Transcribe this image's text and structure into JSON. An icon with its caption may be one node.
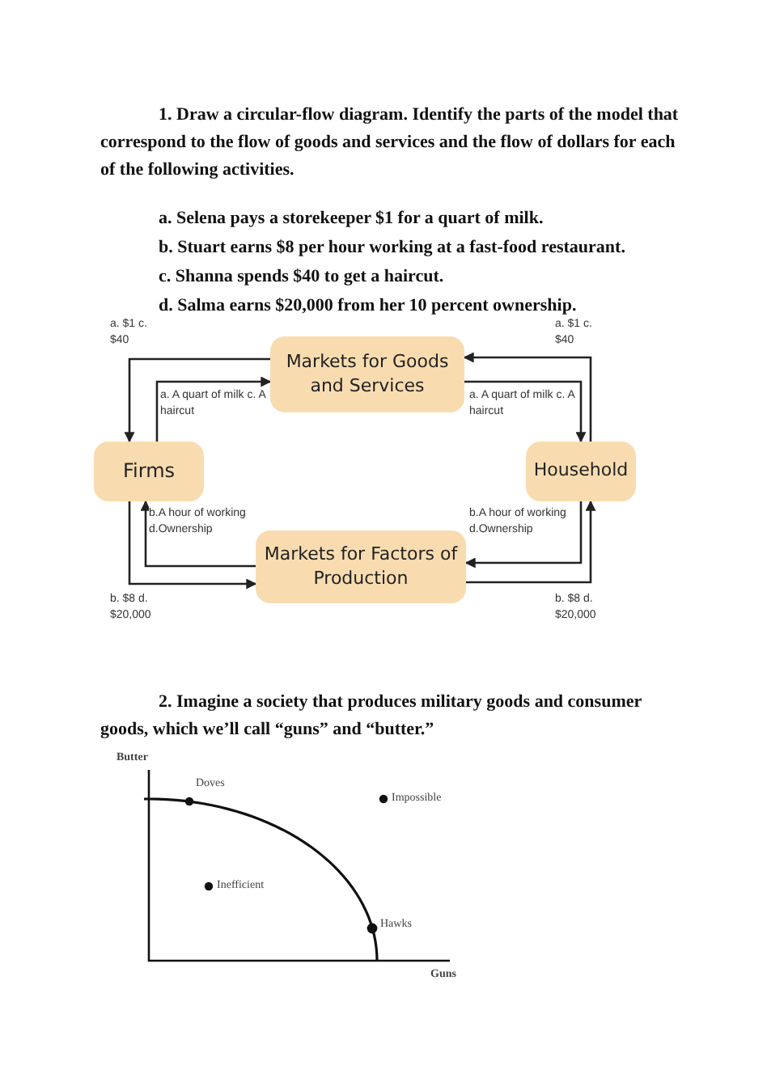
{
  "diagram": {
    "nodes": [
      {
        "text": [
          "Markets for Goods and Services"
        ]
      },
      {
        "text": [
          "Firms"
        ]
      },
      {
        "text": [
          "Household"
        ]
      },
      {
        "text": [
          "Markets for Factors of Production"
        ]
      }
    ],
    "edges": [
      {
        "from": 0,
        "to": 1,
        "arrow": "to",
        "label": "a. $1 c. $40"
      },
      {
        "from": 1,
        "to": 0,
        "arrow": "to",
        "label": "a. A quart of milk c. A haircut"
      },
      {
        "from": 0,
        "to": 2,
        "arrow": "to",
        "label": "a. A quart of milk c. A haircut"
      },
      {
        "from": 2,
        "to": 0,
        "arrow": "to",
        "label": "a. $1 c. $40"
      },
      {
        "from": 2,
        "to": 3,
        "arrow": "to",
        "label": "b.A hour of working d.Ownership"
      },
      {
        "from": 3,
        "to": 2,
        "arrow": "to",
        "label": "b. $8 d. $20,000"
      },
      {
        "from": 3,
        "to": 1,
        "arrow": "to",
        "label": "b.A hour of working d.Ownership"
      },
      {
        "from": 1,
        "to": 3,
        "arrow": "to",
        "label": "b. $8 d. $20,000"
      }
    ],
    "labels": [
      "1. Draw a circular-flow diagram. Identify the parts of the model that correspond to the flow of goods and services and the flow of dollars for each of the following activities.",
      "a. Selena pays a storekeeper $1 for a quart of milk.",
      "b. Stuart earns $8 per hour working at a fast-food restaurant.",
      "c. Shanna spends $40 to get a haircut.",
      "d. Salma earns $20,000 from her 10 percent ownership.",
      "2. Imagine a society that produces military goods and consumer goods, which we’ll call “guns” and “butter.”",
      "Butter",
      "Doves",
      "Impossible",
      "Inefficient",
      "Hawks",
      "Guns"
    ]
  }
}
